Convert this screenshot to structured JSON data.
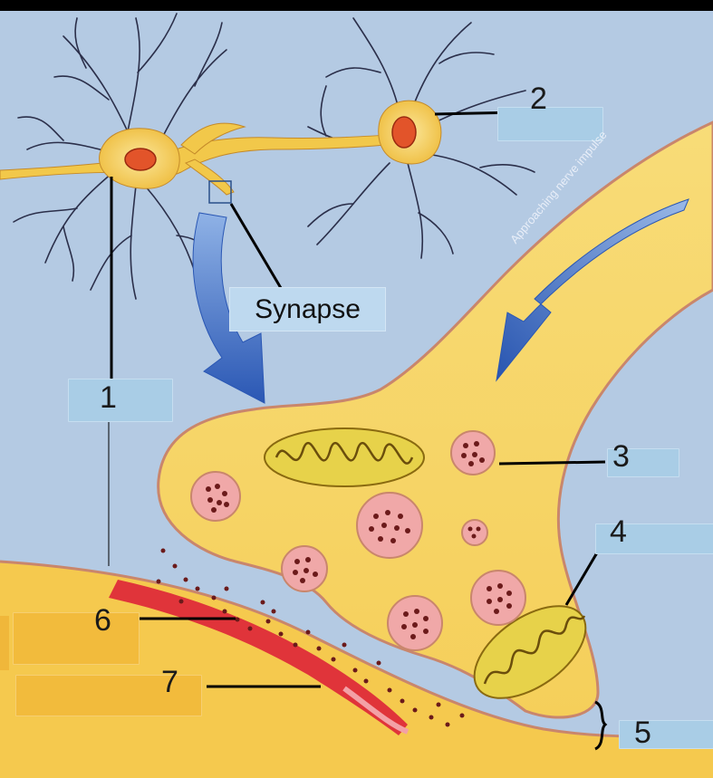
{
  "labels": {
    "synapse": "Synapse",
    "impulse": "Approaching nerve impulse",
    "n1": "1",
    "n2": "2",
    "n3": "3",
    "n4": "4",
    "n5": "5",
    "n6": "6",
    "n7": "7"
  },
  "colors": {
    "background": "#b5cbe4",
    "axon_fill": "#f7d669",
    "membrane": "#c9866c",
    "vesicle": "#f0a8a8",
    "neurotransmitter": "#6b1a1a",
    "mitochondrion": "#e7d24a",
    "receptor_band": "#e0343a",
    "arrow": "#2f5fb8",
    "answer_box_blue": "#a9cde6",
    "answer_box_gold": "#f2bb3c"
  }
}
